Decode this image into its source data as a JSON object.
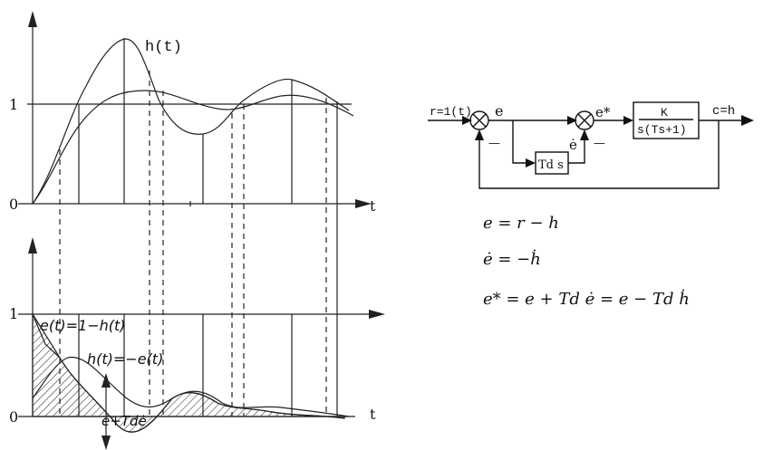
{
  "plots": {
    "top": {
      "curve_label": "h(t)",
      "y_one": "1",
      "y_zero": "0",
      "x_label": "t"
    },
    "bottom": {
      "y_one": "1",
      "y_zero": "0",
      "x_label": "t",
      "label_error": "e(t)=1−h(t)",
      "label_deriv": "h(t)=−e(t)",
      "label_sum": "e+Tdė"
    }
  },
  "block_diagram": {
    "input": "r=1(t)",
    "error": "e",
    "error_star": "e*",
    "error_dot": "ė",
    "minus1": "—",
    "minus2": "—",
    "plant_num": "K",
    "plant_den": "s(Ts+1)",
    "output": "c=h",
    "derivative_block": "Td s"
  },
  "equations": {
    "eq1": "e = r − h",
    "eq2": "ė = −ḣ",
    "eq3": "e* = e + Td ė = e − Td ḣ"
  }
}
